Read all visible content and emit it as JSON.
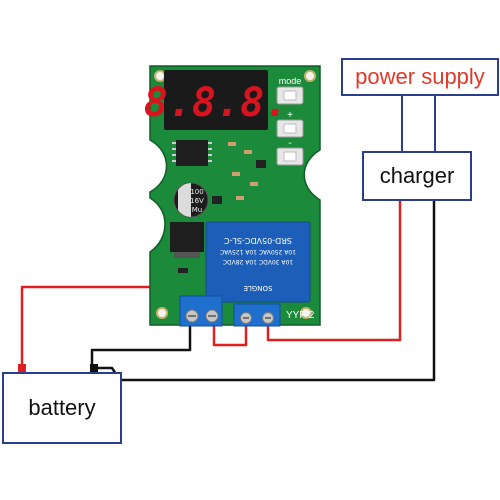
{
  "labels": {
    "power_supply": "power supply",
    "charger": "charger",
    "battery": "battery"
  },
  "board": {
    "display_digits": "8.8.8.",
    "button_mode": "mode",
    "button_plus": "+",
    "button_minus": "-",
    "model": "YYF-2",
    "capacitor": [
      "100",
      "16V",
      "Mu"
    ],
    "relay_lines": [
      "SRD-05VDC-SL-C",
      "10A 250VAC 10A 125VAC",
      "10A 30VDC 10A 28VDC",
      "SONGLE"
    ]
  },
  "colors": {
    "box_border": "#2a3e8c",
    "power_text": "#e2382a",
    "wire_red": "#e02020",
    "wire_black": "#111111",
    "pcb": "#1b8a3a",
    "relay": "#1d5fb8",
    "terminal_block": "#1f6fcf",
    "display": "#d8141e"
  },
  "icons": [
    "display-icon",
    "relay-icon",
    "capacitor-icon",
    "chip-icon",
    "terminal-icon",
    "button-icon"
  ]
}
